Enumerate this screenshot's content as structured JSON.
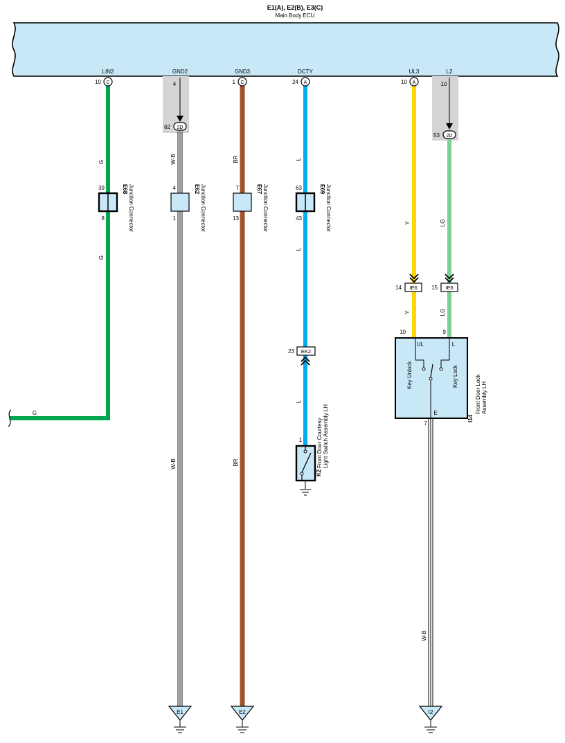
{
  "ecu": {
    "title": "E1(A), E2(B), E3(C)",
    "subtitle": "Main Body ECU",
    "fill_color": "#c8e8f8"
  },
  "terminals": {
    "lin2": {
      "name": "LIN2",
      "pin": "10",
      "conn": "C"
    },
    "gnd2": {
      "name": "GND2",
      "pin": "4"
    },
    "gnd3": {
      "name": "GND3",
      "pin": "1",
      "conn": "C"
    },
    "dcty": {
      "name": "DCTY",
      "pin": "24",
      "conn": "A"
    },
    "ul3": {
      "name": "UL3",
      "pin": "10",
      "conn": "A"
    },
    "l2": {
      "name": "L2",
      "pin": "10"
    }
  },
  "jb_connectors": {
    "gnd2": {
      "pin": "62",
      "label": "2D"
    },
    "l2": {
      "pin": "53",
      "label": "2D"
    }
  },
  "junctions": {
    "e68": {
      "id": "E68",
      "desc": "Junction Connector",
      "pin_top": "39",
      "pin_bottom": "8"
    },
    "e62": {
      "id": "E62",
      "desc": "Junction Connector",
      "pin_top": "4",
      "pin_bottom": "1"
    },
    "e67": {
      "id": "E67",
      "desc": "Junction Connector",
      "pin_top": "7",
      "pin_bottom": "13"
    },
    "e69": {
      "id": "E69",
      "desc": "Junction Connector",
      "pin_top": "63",
      "pin_bottom": "43"
    }
  },
  "wire_colors": {
    "g": "G",
    "wb": "W-B",
    "br": "BR",
    "l": "L",
    "y": "Y",
    "lg": "LG"
  },
  "inline_connectors": {
    "ie6_y": {
      "pin": "14",
      "label": "IE6"
    },
    "ie6_lg": {
      "pin": "15",
      "label": "IE6"
    },
    "ek2": {
      "pin": "23",
      "label": "EK2"
    }
  },
  "k2": {
    "id": "K2",
    "desc": "Front Door Courtesy Light Switch Assembly LH",
    "pin": "1"
  },
  "i14": {
    "id": "I14",
    "desc": "Front Door Lock Assembly LH",
    "pin_ul": "10",
    "pin_l": "9",
    "pin_e": "7",
    "term_ul": "UL",
    "term_l": "L",
    "term_e": "E",
    "key_unlock": "Key Unlock",
    "key_lock": "Key Lock"
  },
  "grounds": {
    "e1": "E1",
    "e2": "E2",
    "i2": "I2"
  },
  "colors": {
    "green": "#00a650",
    "brown": "#a0522d",
    "blue": "#00aeef",
    "yellow": "#ffd700",
    "light_green": "#7fcf96",
    "shade": "#d4d4d4"
  }
}
